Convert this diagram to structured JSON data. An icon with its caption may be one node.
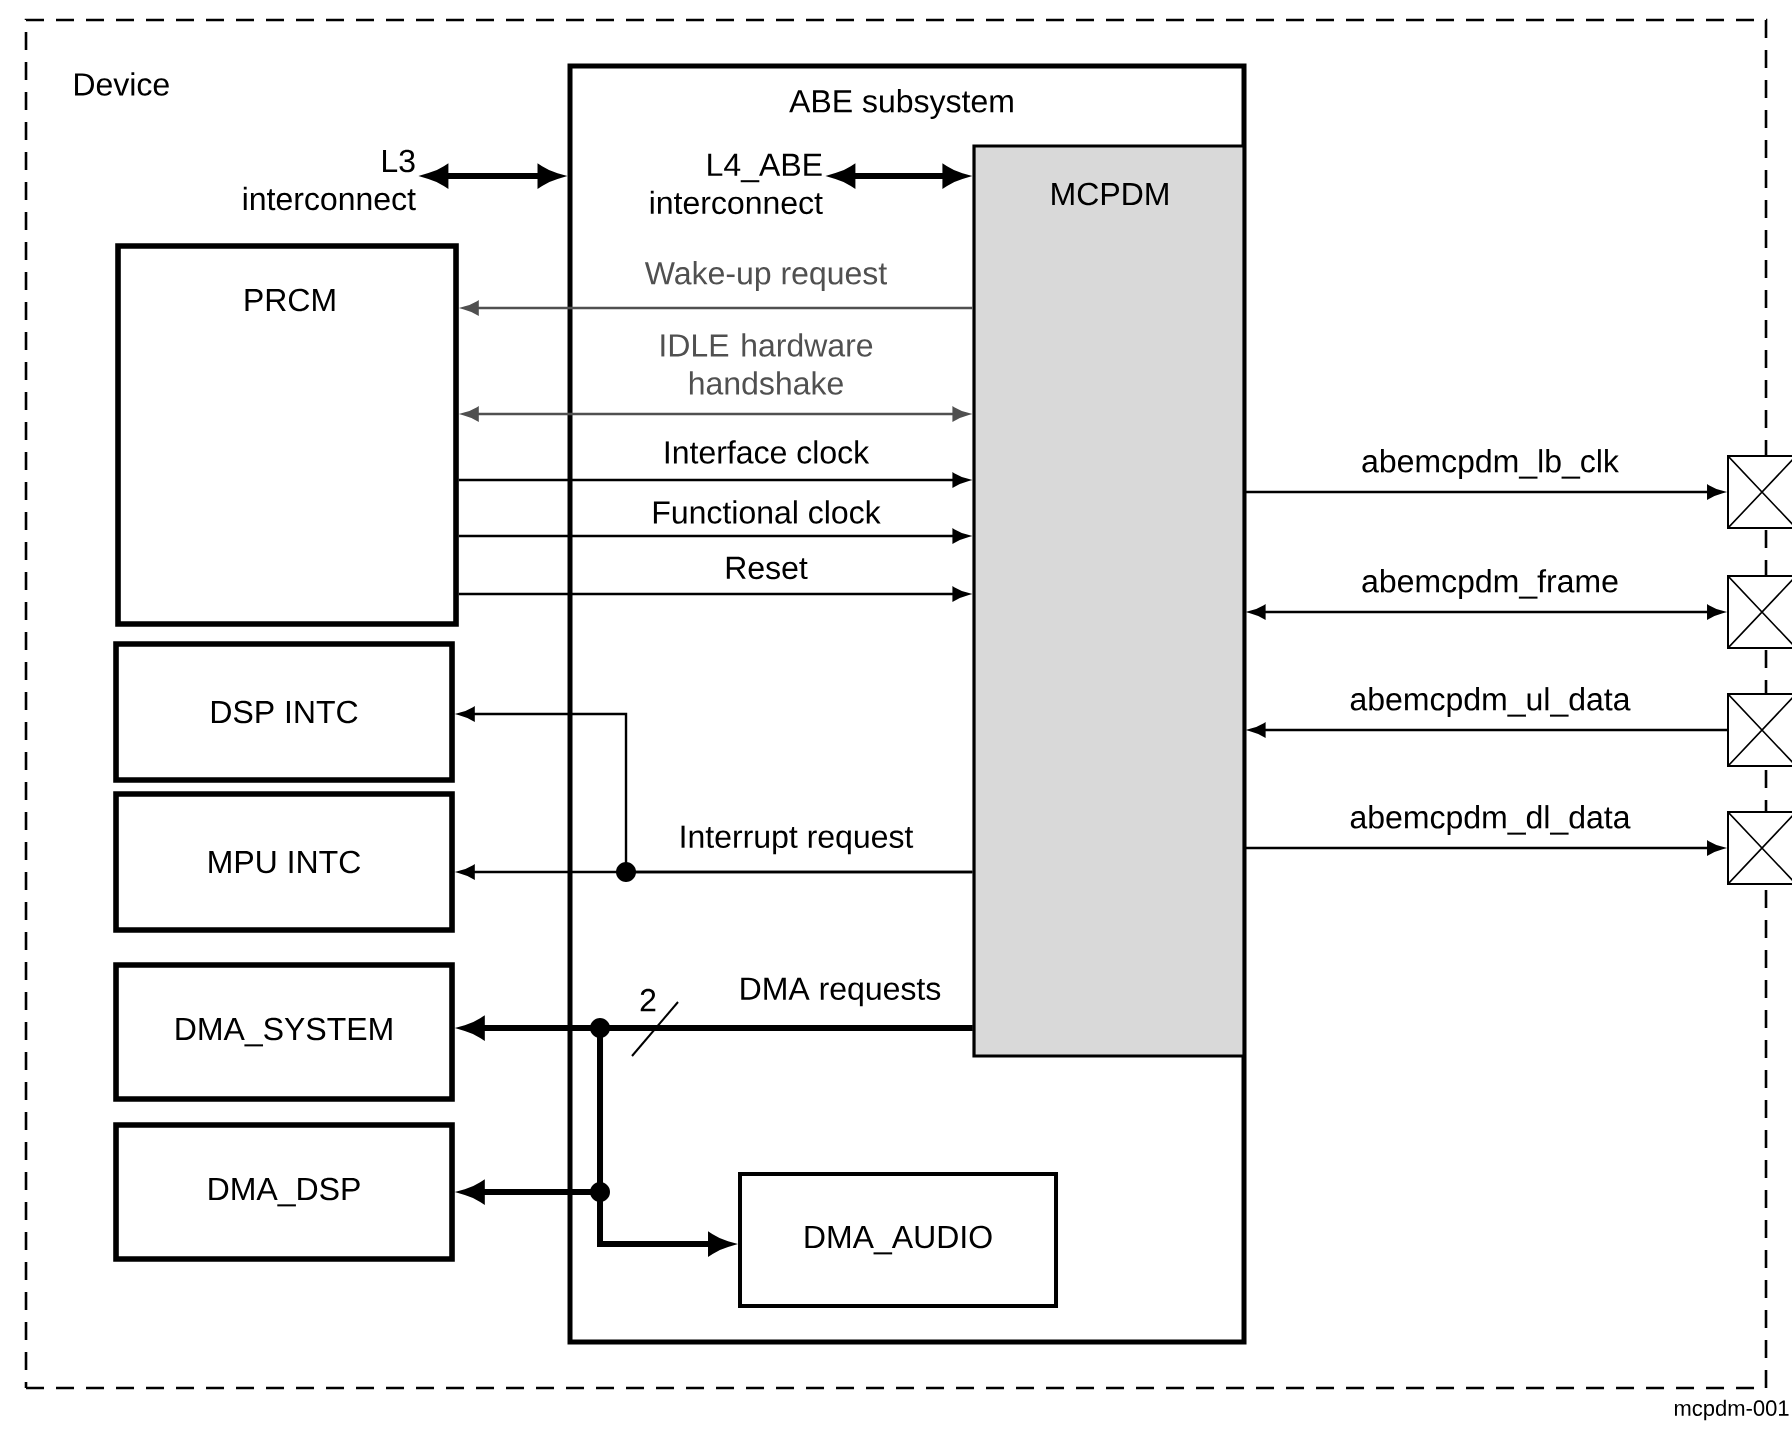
{
  "diagram": {
    "nodes": [
      {
        "text": [
          "Device"
        ]
      },
      {
        "text": [
          "ABE subsystem"
        ],
        "in": 0
      },
      {
        "text": [
          "MCPDM"
        ],
        "in": 1
      },
      {
        "text": [
          "PRCM"
        ],
        "in": 0
      },
      {
        "text": [
          "DSP INTC"
        ],
        "in": 0
      },
      {
        "text": [
          "MPU INTC"
        ],
        "in": 0
      },
      {
        "text": [
          "DMA_SYSTEM"
        ],
        "in": 0
      },
      {
        "text": [
          "DMA_DSP"
        ],
        "in": 0
      },
      {
        "text": [
          "DMA_AUDIO"
        ],
        "in": 1
      },
      {
        "text": [
          "L3 interconnect"
        ],
        "in": 0
      },
      {
        "text": [
          "L4_ABE interconnect"
        ],
        "in": 1
      },
      {
        "text": [],
        "shape": "box"
      },
      {
        "text": [],
        "shape": "box"
      },
      {
        "text": [],
        "shape": "box"
      },
      {
        "text": [],
        "shape": "box"
      }
    ],
    "edges": [
      {
        "from": 9,
        "to": 1,
        "arrow": "both",
        "style": "thick"
      },
      {
        "from": 10,
        "to": 2,
        "arrow": "both",
        "style": "thick"
      },
      {
        "from": 2,
        "to": 3,
        "arrow": "to",
        "label": "Wake-up request",
        "color": "#505050"
      },
      {
        "from": 3,
        "to": 2,
        "arrow": "both",
        "label": "IDLE hardware handshake",
        "color": "#505050"
      },
      {
        "from": 3,
        "to": 2,
        "arrow": "to",
        "label": "Interface clock"
      },
      {
        "from": 3,
        "to": 2,
        "arrow": "to",
        "label": "Functional clock"
      },
      {
        "from": 3,
        "to": 2,
        "arrow": "to",
        "label": "Reset"
      },
      {
        "from": 2,
        "to": 4,
        "arrow": "to"
      },
      {
        "from": 2,
        "to": 5,
        "arrow": "to",
        "label": "Interrupt request"
      },
      {
        "from": 2,
        "to": 6,
        "arrow": "to",
        "label": "DMA requests",
        "style": "thick"
      },
      {
        "from": 2,
        "to": 7,
        "arrow": "to",
        "style": "thick"
      },
      {
        "from": 2,
        "to": 8,
        "arrow": "to",
        "style": "thick"
      },
      {
        "from": 2,
        "to": 11,
        "arrow": "to",
        "label": "abemcpdm_lb_clk"
      },
      {
        "from": 2,
        "to": 12,
        "arrow": "both",
        "label": "abemcpdm_frame"
      },
      {
        "from": 13,
        "to": 2,
        "arrow": "to",
        "label": "abemcpdm_ul_data"
      },
      {
        "from": 2,
        "to": 14,
        "arrow": "to",
        "label": "abemcpdm_dl_data"
      }
    ],
    "labels": [
      "2",
      "mcpdm-001"
    ]
  }
}
